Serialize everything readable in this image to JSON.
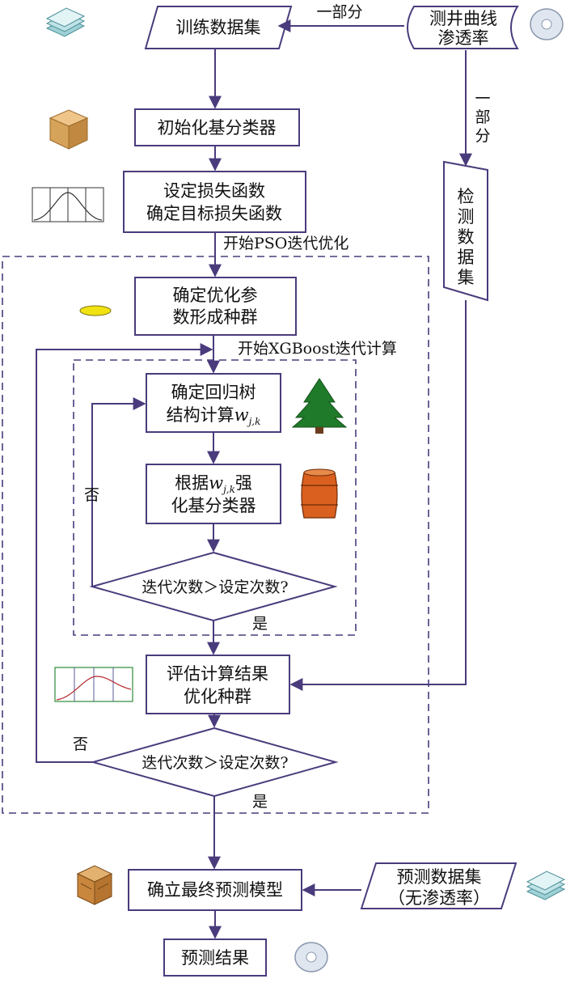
{
  "nodes": {
    "train": "训练数据集",
    "logs_line1": "测井曲线",
    "logs_line2": "渗透率",
    "init": "初始化基分类器",
    "loss_line1": "设定损失函数",
    "loss_line2": "确定目标损失函数",
    "pop_line1": "确定优化参",
    "pop_line2": "数形成种群",
    "tree_line1": "确定回归树",
    "tree_line2_prefix": "结构计算",
    "strengthen_line1_prefix": "根据",
    "strengthen_line1_suffix": "强",
    "strengthen_line2": "化基分类器",
    "inner_decision": "迭代次数＞设定次数?",
    "eval_line1": "评估计算结果",
    "eval_line2": "优化种群",
    "outer_decision": "迭代次数＞设定次数?",
    "final": "确立最终预测模型",
    "predict_line1": "预测数据集",
    "predict_line2": "（无渗透率）",
    "result": "预测结果",
    "detect_chars": [
      "检",
      "测",
      "数",
      "据",
      "集"
    ]
  },
  "math": {
    "w": "w",
    "sub": "j,k"
  },
  "labels": {
    "part_top": "一部分",
    "part_side_chars": [
      "一",
      "部",
      "分"
    ],
    "pso_start": "开始PSO迭代优化",
    "xgb_start": "开始XGBoost迭代计算",
    "no_inner": "否",
    "yes_inner": "是",
    "no_outer": "否",
    "yes_outer": "是"
  },
  "colors": {
    "line": "#4a3b7c",
    "tree": "#1f7a2a",
    "barrel": "#d9601e",
    "coin": "#f1e312",
    "box": "#d6a35a",
    "cd": "#dfe6f0",
    "paper": "#bfe3e6"
  }
}
